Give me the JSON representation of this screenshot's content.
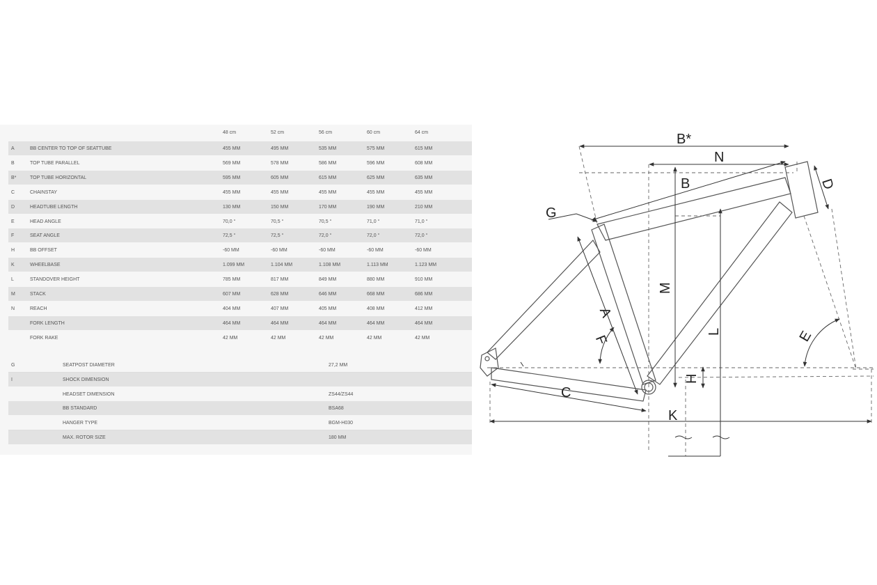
{
  "geometry": {
    "sizes": [
      "48 cm",
      "52 cm",
      "56 cm",
      "60 cm",
      "64 cm"
    ],
    "rows": [
      {
        "code": "A",
        "label": "BB CENTER TO TOP OF SEATTUBE",
        "values": [
          "455 MM",
          "495 MM",
          "535 MM",
          "575 MM",
          "615 MM"
        ]
      },
      {
        "code": "B",
        "label": "TOP TUBE PARALLEL",
        "values": [
          "569 MM",
          "578 MM",
          "586 MM",
          "596 MM",
          "608 MM"
        ]
      },
      {
        "code": "B*",
        "label": "TOP TUBE HORIZONTAL",
        "values": [
          "595 MM",
          "605 MM",
          "615 MM",
          "625 MM",
          "635 MM"
        ]
      },
      {
        "code": "C",
        "label": "CHAINSTAY",
        "values": [
          "455 MM",
          "455 MM",
          "455 MM",
          "455 MM",
          "455 MM"
        ]
      },
      {
        "code": "D",
        "label": "HEADTUBE LENGTH",
        "values": [
          "130 MM",
          "150 MM",
          "170 MM",
          "190 MM",
          "210 MM"
        ]
      },
      {
        "code": "E",
        "label": "HEAD ANGLE",
        "values": [
          "70,0 °",
          "70,5 °",
          "70,5 °",
          "71,0 °",
          "71,0 °"
        ]
      },
      {
        "code": "F",
        "label": "SEAT ANGLE",
        "values": [
          "72,5 °",
          "72,5 °",
          "72,0 °",
          "72,0 °",
          "72,0 °"
        ]
      },
      {
        "code": "H",
        "label": "BB OFFSET",
        "values": [
          "-60 MM",
          "-60 MM",
          "-60 MM",
          "-60 MM",
          "-60 MM"
        ]
      },
      {
        "code": "K",
        "label": "WHEELBASE",
        "values": [
          "1.099 MM",
          "1.104 MM",
          "1.108 MM",
          "1.113 MM",
          "1.123 MM"
        ]
      },
      {
        "code": "L",
        "label": "STANDOVER HEIGHT",
        "values": [
          "785 MM",
          "817 MM",
          "849 MM",
          "880 MM",
          "910 MM"
        ]
      },
      {
        "code": "M",
        "label": "STACK",
        "values": [
          "607 MM",
          "628 MM",
          "646 MM",
          "668 MM",
          "686 MM"
        ]
      },
      {
        "code": "N",
        "label": "REACH",
        "values": [
          "404 MM",
          "407 MM",
          "405 MM",
          "408 MM",
          "412 MM"
        ]
      },
      {
        "code": "",
        "label": "FORK LENGTH",
        "values": [
          "464 MM",
          "464 MM",
          "464 MM",
          "464 MM",
          "464 MM"
        ]
      },
      {
        "code": "",
        "label": "FORK RAKE",
        "values": [
          "42 MM",
          "42 MM",
          "42 MM",
          "42 MM",
          "42 MM"
        ]
      }
    ],
    "specs": [
      {
        "code": "G",
        "label": "SEATPOST DIAMETER",
        "value": "27,2 MM"
      },
      {
        "code": "I",
        "label": "SHOCK DIMENSION",
        "value": ""
      },
      {
        "code": "",
        "label": "HEADSET DIMENSION",
        "value": "ZS44/ZS44"
      },
      {
        "code": "",
        "label": "BB STANDARD",
        "value": "BSA68"
      },
      {
        "code": "",
        "label": "HANGER TYPE",
        "value": "BGM-H030"
      },
      {
        "code": "",
        "label": "MAX. ROTOR SIZE",
        "value": "180 MM"
      }
    ]
  },
  "diagram": {
    "labels": {
      "a": "A",
      "b": "B",
      "bstar": "B*",
      "c": "C",
      "d": "D",
      "e": "E",
      "f": "F",
      "g": "G",
      "h": "H",
      "k": "K",
      "l": "L",
      "m": "M",
      "n": "N"
    }
  }
}
